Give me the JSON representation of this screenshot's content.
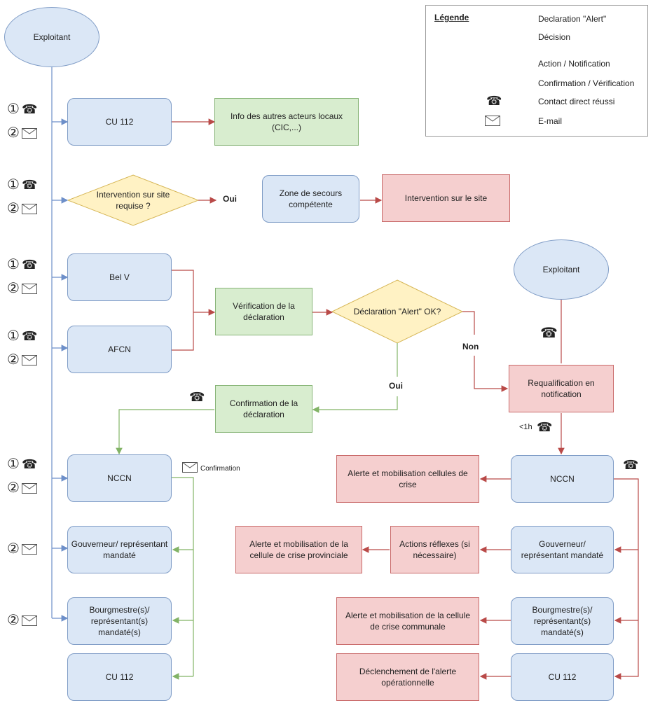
{
  "left": {
    "exploitant": "Exploitant",
    "cu112_top": "CU 112",
    "info_acteurs": "Info des autres acteurs locaux (CIC,...)",
    "decision_intervention": "Intervention sur site requise ?",
    "oui_1": "Oui",
    "zone_secours": "Zone de secours compétente",
    "intervention_site": "Intervention sur le site",
    "belv": "Bel V",
    "afcn": "AFCN",
    "verification": "Vérification de la déclaration",
    "decision_alert": "Déclaration \"Alert\" OK?",
    "oui_2": "Oui",
    "non": "Non",
    "confirmation_decl": "Confirmation de la déclaration",
    "nccn": "NCCN",
    "confirmation_label": "Confirmation",
    "gouverneur": "Gouverneur/ représentant mandaté",
    "bourgmestre": "Bourgmestre(s)/ représentant(s) mandaté(s)",
    "cu112_bottom": "CU 112"
  },
  "right": {
    "exploitant": "Exploitant",
    "requalification": "Requalification en notification",
    "delay": "<1h",
    "nccn": "NCCN",
    "alerte_cellules": "Alerte et mobilisation cellules de crise",
    "gouverneur": "Gouverneur/ représentant mandaté",
    "actions_reflexes": "Actions réflexes (si nécessaire)",
    "alerte_provinciale": "Alerte et mobilisation de la cellule de crise provinciale",
    "bourgmestre": "Bourgmestre(s)/ représentant(s) mandaté(s)",
    "alerte_communale": "Alerte et mobilisation de la cellule de crise communale",
    "cu112": "CU 112",
    "declenchement": "Déclenchement de l'alerte opérationnelle"
  },
  "markers": {
    "one": "①",
    "two": "②",
    "phone": "☎"
  },
  "legend": {
    "title": "Légende",
    "items": [
      "Declaration \"Alert\"",
      "Décision",
      "Action / Notification",
      "Confirmation / Vérification",
      "Contact direct réussi",
      "E-mail"
    ]
  },
  "colors": {
    "blue_fill": "#dbe7f6",
    "green_fill": "#d8edcf",
    "red_fill": "#f5cfcf",
    "diamond_fill": "#fff2c4",
    "blue_line": "#6d8fc9",
    "red_line": "#b94a48",
    "green_line": "#82b366"
  }
}
